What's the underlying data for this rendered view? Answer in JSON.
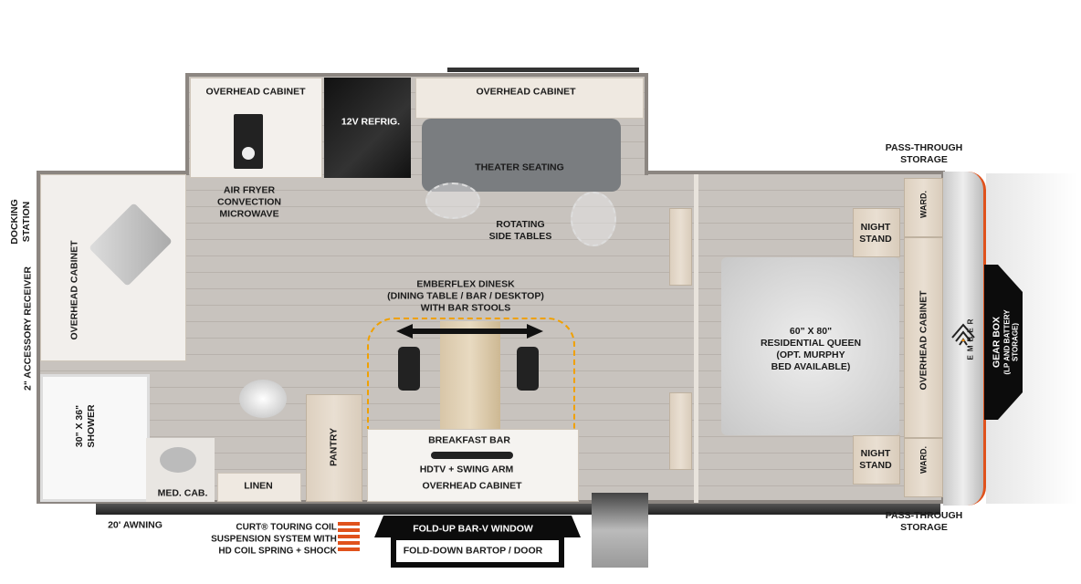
{
  "labels": {
    "overhead_cabinet_kitchen": "OVERHEAD CABINET",
    "refrigerator": "12V REFRIG.",
    "overhead_cabinet_slide": "OVERHEAD CABINET",
    "theater_seating": "THEATER SEATING",
    "microwave": [
      "AIR FRYER",
      "CONVECTION",
      "MICROWAVE"
    ],
    "side_tables": [
      "ROTATING",
      "SIDE TABLES"
    ],
    "dinesk": [
      "EMBERFLEX DINESK",
      "(DINING TABLE / BAR / DESKTOP)",
      "WITH BAR STOOLS"
    ],
    "bed": [
      "60\" X 80\"",
      "RESIDENTIAL QUEEN",
      "(OPT. MURPHY",
      "BED AVAILABLE)"
    ],
    "night_stand_top": [
      "NIGHT",
      "STAND"
    ],
    "night_stand_bottom": [
      "NIGHT",
      "STAND"
    ],
    "wardrobe_top": "WARD.",
    "wardrobe_bottom": "WARD.",
    "overhead_cabinet_bedroom": "OVERHEAD CABINET",
    "gear_box": [
      "GEAR BOX",
      "(LP AND BATTERY",
      "STORAGE)"
    ],
    "pass_through_top": [
      "PASS-THROUGH",
      "STORAGE"
    ],
    "pass_through_bottom": [
      "PASS-THROUGH",
      "STORAGE"
    ],
    "docking_station": [
      "DOCKING",
      "STATION"
    ],
    "accessory_receiver": "2\" ACCESSORY RECEIVER",
    "overhead_cabinet_left": "OVERHEAD CABINET",
    "shower": [
      "30\" X 36\"",
      "SHOWER"
    ],
    "med_cab": "MED. CAB.",
    "linen": "LINEN",
    "pantry": "PANTRY",
    "breakfast_bar": "BREAKFAST BAR",
    "hdtv": "HDTV + SWING ARM",
    "overhead_cabinet_bottom": "OVERHEAD CABINET",
    "awning": "20' AWNING",
    "suspension": [
      "CURT® TOURING COIL",
      "SUSPENSION SYSTEM WITH",
      "HD COIL SPRING + SHOCK"
    ],
    "bar_window": "FOLD-UP BAR-V WINDOW",
    "bartop_door": "FOLD-DOWN BARTOP / DOOR",
    "logo": "EMBER"
  },
  "colors": {
    "accent": "#f08a00",
    "trim": "#e0521c",
    "frame": "#2a2a2a"
  }
}
